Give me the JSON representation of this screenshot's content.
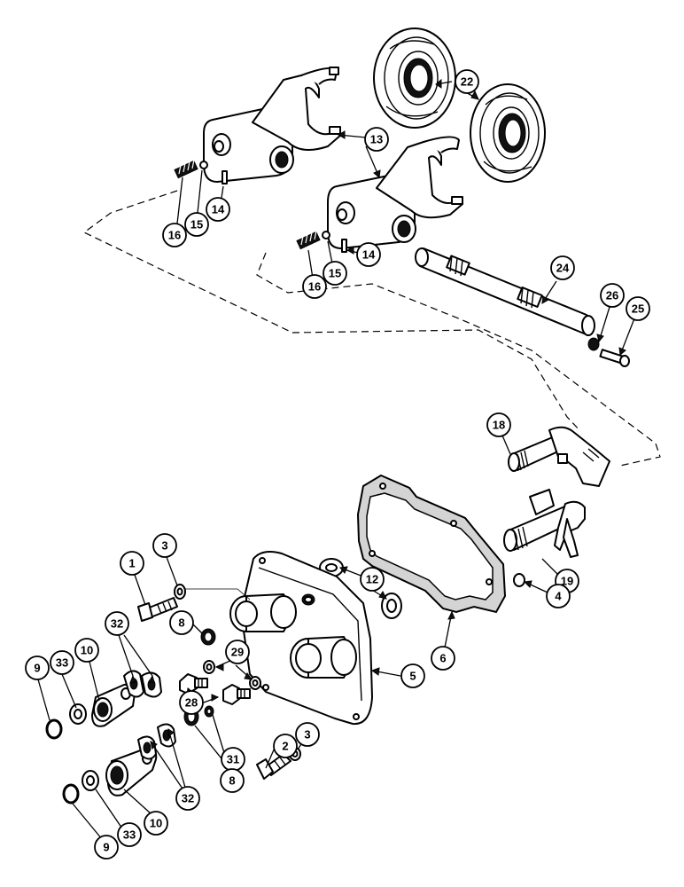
{
  "callouts": [
    {
      "id": "c22",
      "label": "22"
    },
    {
      "id": "c13",
      "label": "13"
    },
    {
      "id": "c16a",
      "label": "16"
    },
    {
      "id": "c15a",
      "label": "15"
    },
    {
      "id": "c14a",
      "label": "14"
    },
    {
      "id": "c16b",
      "label": "16"
    },
    {
      "id": "c15b",
      "label": "15"
    },
    {
      "id": "c14b",
      "label": "14"
    },
    {
      "id": "c24",
      "label": "24"
    },
    {
      "id": "c26",
      "label": "26"
    },
    {
      "id": "c25",
      "label": "25"
    },
    {
      "id": "c18",
      "label": "18"
    },
    {
      "id": "c19",
      "label": "19"
    },
    {
      "id": "c4",
      "label": "4"
    },
    {
      "id": "c12",
      "label": "12"
    },
    {
      "id": "c6",
      "label": "6"
    },
    {
      "id": "c5",
      "label": "5"
    },
    {
      "id": "c1",
      "label": "1"
    },
    {
      "id": "c3a",
      "label": "3"
    },
    {
      "id": "c8a",
      "label": "8"
    },
    {
      "id": "c29",
      "label": "29"
    },
    {
      "id": "c28",
      "label": "28"
    },
    {
      "id": "c31",
      "label": "31"
    },
    {
      "id": "c8b",
      "label": "8"
    },
    {
      "id": "c2",
      "label": "2"
    },
    {
      "id": "c3b",
      "label": "3"
    },
    {
      "id": "c32a",
      "label": "32"
    },
    {
      "id": "c10a",
      "label": "10"
    },
    {
      "id": "c33a",
      "label": "33"
    },
    {
      "id": "c9a",
      "label": "9"
    },
    {
      "id": "c32b",
      "label": "32"
    },
    {
      "id": "c10b",
      "label": "10"
    },
    {
      "id": "c33b",
      "label": "33"
    },
    {
      "id": "c9b",
      "label": "9"
    }
  ]
}
